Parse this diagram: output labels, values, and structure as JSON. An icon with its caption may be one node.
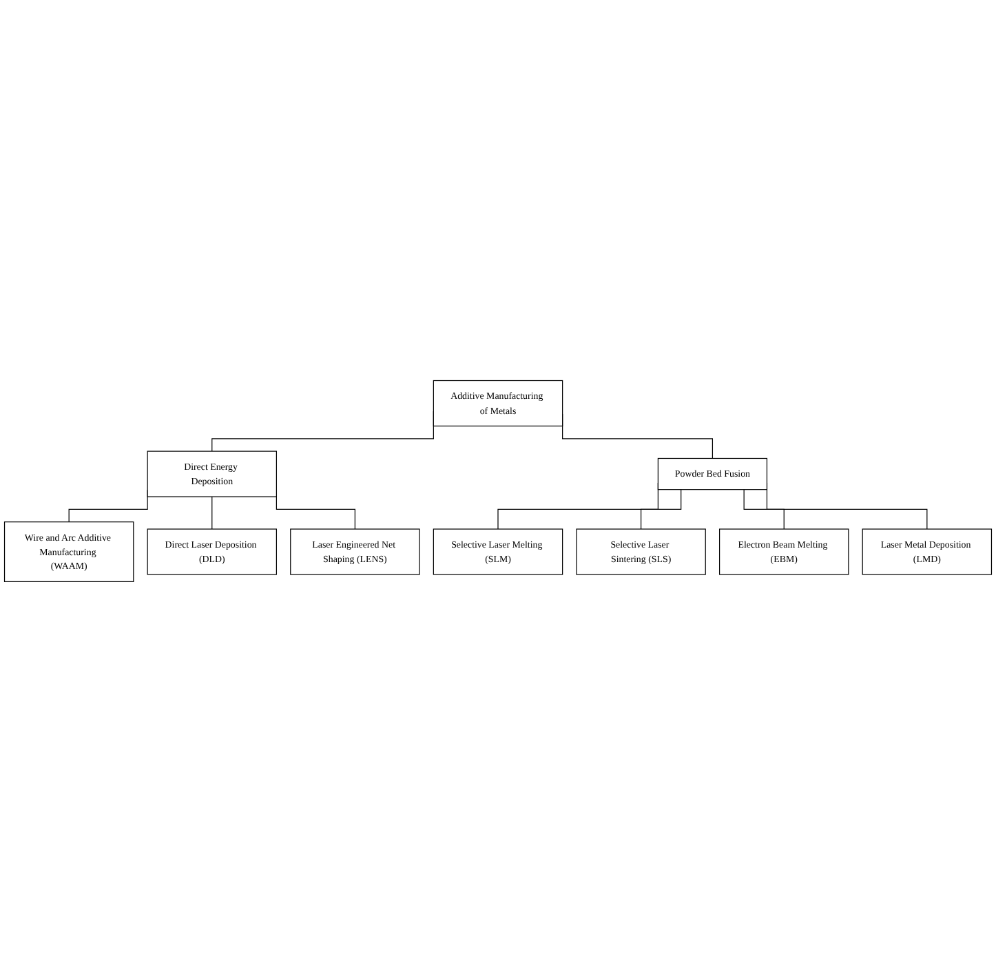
{
  "diagram": {
    "nodes": [
      {
        "text": [
          "Additive Manufacturing of Metals"
        ]
      },
      {
        "text": [
          "Direct Energy Deposition"
        ]
      },
      {
        "text": [
          "Powder Bed Fusion"
        ]
      },
      {
        "text": [
          "Wire and Arc Additive Manufacturing (WAAM)"
        ]
      },
      {
        "text": [
          "Direct Laser Deposition (DLD)"
        ]
      },
      {
        "text": [
          "Laser Engineered Net Shaping (LENS)"
        ]
      },
      {
        "text": [
          "Selective Laser Melting (SLM)"
        ]
      },
      {
        "text": [
          "Selective Laser Sintering (SLS)"
        ]
      },
      {
        "text": [
          "Electron Beam Melting (EBM)"
        ]
      },
      {
        "text": [
          "Laser Metal Deposition (LMD)"
        ]
      }
    ],
    "edges": [
      {
        "from": 0,
        "to": 1,
        "arrow": "none"
      },
      {
        "from": 0,
        "to": 2,
        "arrow": "none"
      },
      {
        "from": 1,
        "to": 3,
        "arrow": "none"
      },
      {
        "from": 1,
        "to": 4,
        "arrow": "none"
      },
      {
        "from": 1,
        "to": 5,
        "arrow": "none"
      },
      {
        "from": 2,
        "to": 6,
        "arrow": "none"
      },
      {
        "from": 2,
        "to": 7,
        "arrow": "none"
      },
      {
        "from": 2,
        "to": 8,
        "arrow": "none"
      },
      {
        "from": 2,
        "to": 9,
        "arrow": "none"
      }
    ]
  }
}
